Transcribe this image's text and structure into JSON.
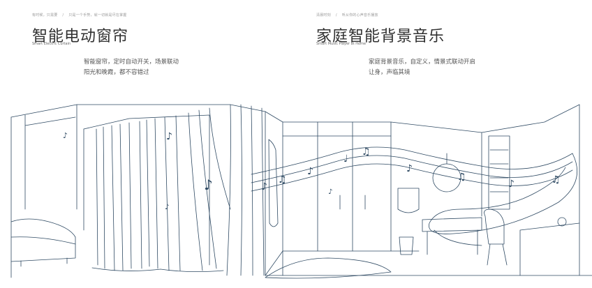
{
  "left_panel": {
    "breadcrumb_1": "有时候，只需要",
    "breadcrumb_2": "只是一个手势，就一切就是尽在掌握",
    "title": "智能电动窗帘",
    "subtitle": "Smart Electric Curtain",
    "desc_line1": "智能窗帘，定时自动开关，场景联动",
    "desc_line2": "阳光和晚霞，都不容错过"
  },
  "right_panel": {
    "breadcrumb_1": "清晨时刻",
    "breadcrumb_2": "听从你的心声音乐播放",
    "title": "家庭智能背景音乐",
    "subtitle": "Smart Music Player at Home",
    "desc_line1": "家庭背景音乐，自定义，情景式联动开启",
    "desc_line2": "让身，声临其境"
  },
  "colors": {
    "line": "#2f4a63",
    "text": "#303030",
    "muted": "#9a9a9a"
  }
}
